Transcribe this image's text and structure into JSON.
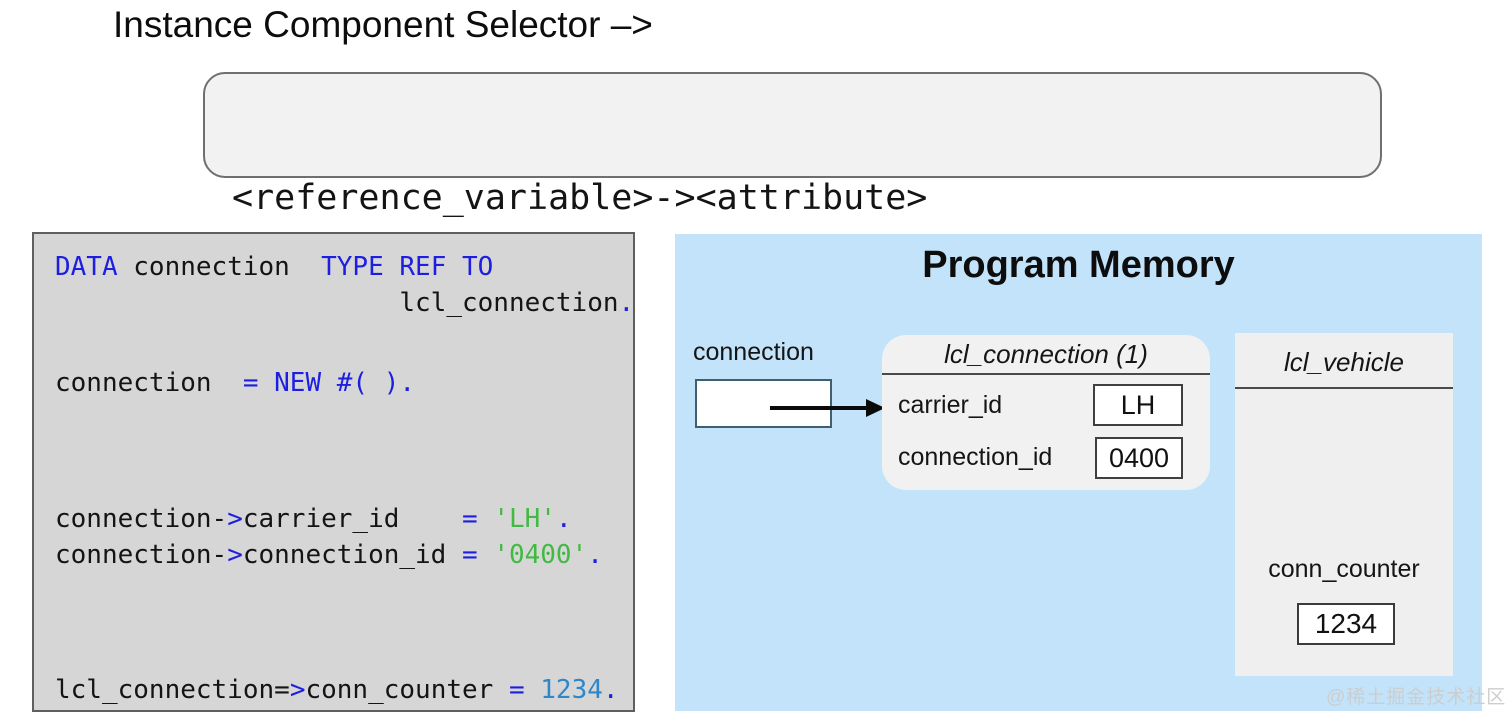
{
  "title": "Instance Component Selector –>",
  "selector_box": {
    "syntax": "<reference_variable>-><attribute>"
  },
  "code": {
    "blocks": [
      {
        "lines": [
          [
            {
              "t": "DATA",
              "c": "kw"
            },
            {
              "t": " connection  ",
              "c": "id"
            },
            {
              "t": "TYPE REF TO",
              "c": "kw"
            }
          ],
          [
            {
              "t": "                      lcl_connection",
              "c": "id"
            },
            {
              "t": ".",
              "c": "kw"
            }
          ]
        ]
      },
      {
        "lines": [
          [
            {
              "t": "connection  ",
              "c": "id"
            },
            {
              "t": "= NEW #( ).",
              "c": "kw"
            }
          ]
        ]
      },
      {
        "lines": [
          [
            {
              "t": "connection-",
              "c": "id"
            },
            {
              "t": ">",
              "c": "kw"
            },
            {
              "t": "carrier_id    ",
              "c": "id"
            },
            {
              "t": "= ",
              "c": "kw"
            },
            {
              "t": "'LH'",
              "c": "str"
            },
            {
              "t": ".",
              "c": "kw"
            }
          ],
          [
            {
              "t": "connection-",
              "c": "id"
            },
            {
              "t": ">",
              "c": "kw"
            },
            {
              "t": "connection_id ",
              "c": "id"
            },
            {
              "t": "= ",
              "c": "kw"
            },
            {
              "t": "'0400'",
              "c": "str"
            },
            {
              "t": ".",
              "c": "kw"
            }
          ]
        ]
      },
      {
        "lines": [
          [
            {
              "t": "lcl_connection=",
              "c": "id"
            },
            {
              "t": ">",
              "c": "kw"
            },
            {
              "t": "conn_counter ",
              "c": "id"
            },
            {
              "t": "= ",
              "c": "kw"
            },
            {
              "t": "1234",
              "c": "num"
            },
            {
              "t": ".",
              "c": "kw"
            }
          ]
        ]
      }
    ]
  },
  "memory": {
    "title": "Program Memory",
    "reference_label": "connection",
    "object_box": {
      "header": "lcl_connection (1)",
      "rows": [
        {
          "label": "carrier_id",
          "value": "LH"
        },
        {
          "label": "connection_id",
          "value": "0400"
        }
      ]
    },
    "class_box": {
      "header": "lcl_vehicle",
      "attr_label": "conn_counter",
      "attr_value": "1234"
    },
    "watermark": "@稀土掘金技术社区"
  },
  "colors": {
    "keyword": "#1e1ee0",
    "string": "#41ba41",
    "number": "#2f87c9",
    "panel_bg": "#c2e3f9"
  }
}
